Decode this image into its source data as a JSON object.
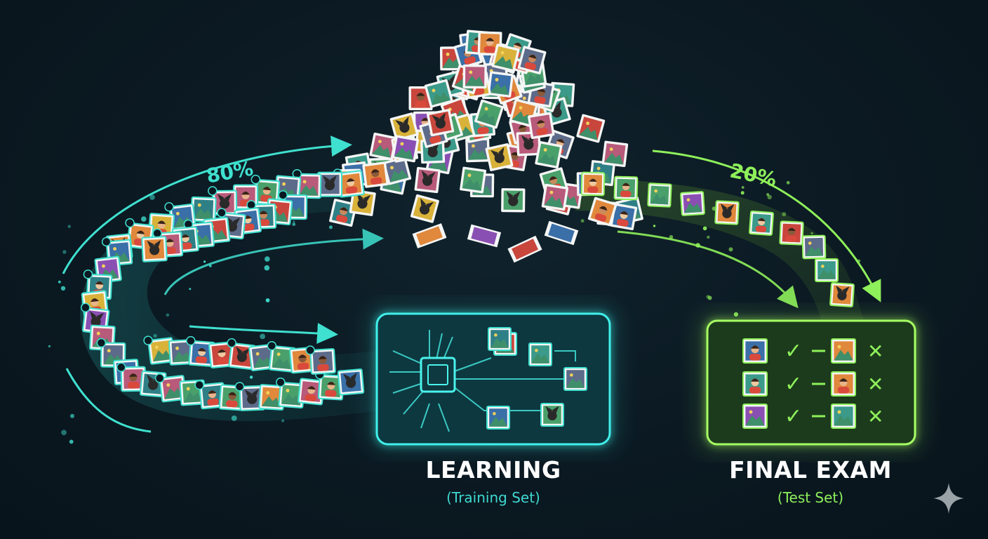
{
  "split": {
    "train_percent": "80%",
    "test_percent": "20%"
  },
  "learning": {
    "title": "LEARNING",
    "subtitle": "(Training Set)"
  },
  "final_exam": {
    "title": "FINAL EXAM",
    "subtitle": "(Test Set)",
    "rows": [
      {
        "result_ok": "✓",
        "result_bad": "✕"
      },
      {
        "result_ok": "✓",
        "result_bad": "✕"
      },
      {
        "result_ok": "✓",
        "result_bad": "✕"
      }
    ]
  },
  "colors": {
    "train_accent": "#3fe0cf",
    "test_accent": "#8ef05a",
    "background": "#0b1922"
  },
  "icons": {
    "sparkle": "sparkle-icon",
    "chip": "processor-chip-icon",
    "photo": "photo-card-icon"
  }
}
